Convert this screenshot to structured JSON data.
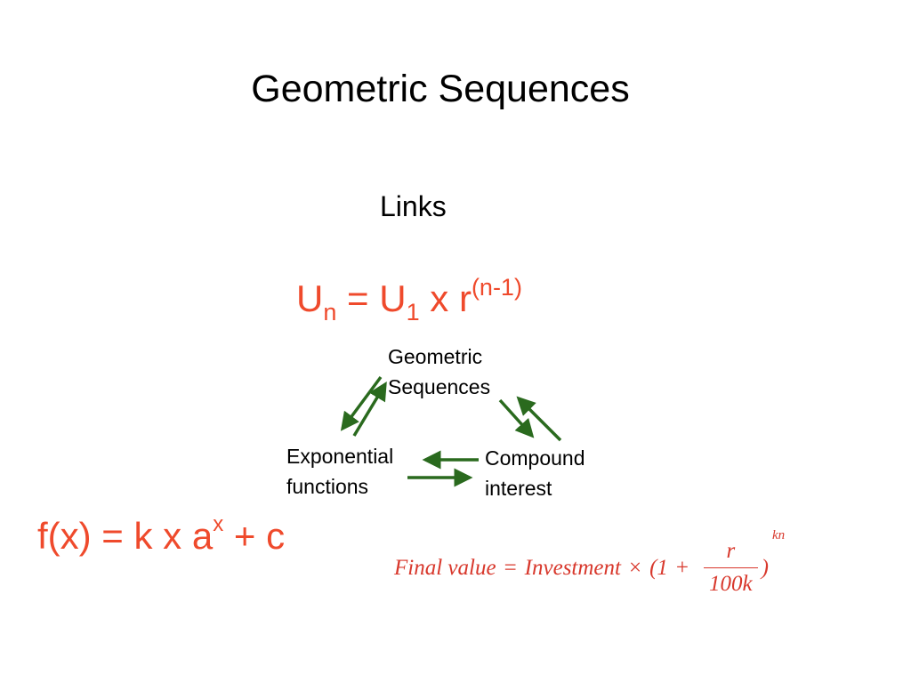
{
  "slide": {
    "title": "Geometric Sequences",
    "subtitle": "Links",
    "formula_sequence": {
      "lhs": "U",
      "lhs_sub": "n",
      "eq": " = U",
      "u_sub": "1",
      "mid": " x r",
      "exp": "(n-1)"
    },
    "formula_exponential": {
      "base": "f(x) = k x a",
      "exp": "x",
      "tail": " + c"
    },
    "formula_compound": {
      "final": "Final value",
      "eq": "=",
      "investment": "Investment",
      "times": "×",
      "open": "(1",
      "plus": "+",
      "num": "r",
      "den": "100k",
      "close": ")",
      "exp": "kn"
    },
    "diagram": {
      "nodes": {
        "geometric": [
          "Geometric",
          "Sequences"
        ],
        "exponential": [
          "Exponential",
          "functions"
        ],
        "compound": [
          "Compound",
          "interest"
        ]
      }
    },
    "colors": {
      "formula_red": "#ef4a2c",
      "arrow_green": "#2a6a1e"
    }
  }
}
